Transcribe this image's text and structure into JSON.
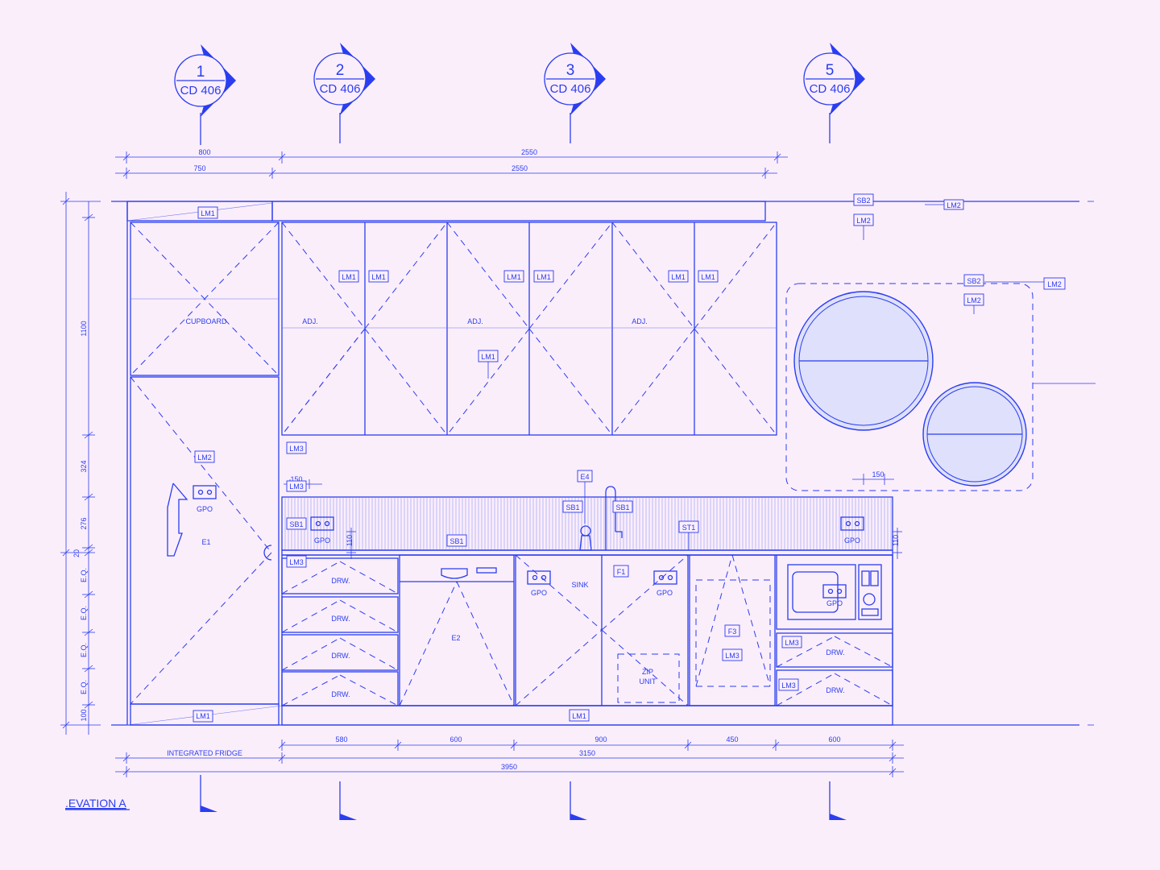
{
  "colors": {
    "line": "#2a3ef0",
    "background": "#fbeefb"
  },
  "section_markers": [
    {
      "num": "1",
      "ref": "CD 406"
    },
    {
      "num": "2",
      "ref": "CD 406"
    },
    {
      "num": "3",
      "ref": "CD 406"
    },
    {
      "num": "5",
      "ref": "CD 406"
    }
  ],
  "dimensions_top": {
    "a1": "800",
    "b1": "2550",
    "a2": "750",
    "b2": "2550"
  },
  "dimensions_left": [
    "1100",
    "324",
    "276",
    "20",
    "E.Q.",
    "E.Q.",
    "E.Q.",
    "E.Q.",
    "100"
  ],
  "dimensions_bottom": {
    "row1": [
      "580",
      "600",
      "900",
      "450",
      "600"
    ],
    "fridge": "INTEGRATED FRIDGE",
    "run": "3150",
    "total": "3950"
  },
  "labels": {
    "cupboard": "CUPBOARD",
    "adj": "ADJ.",
    "gpo": "GPO",
    "e1": "E1",
    "e2": "E2",
    "drw": "DRW.",
    "sink": "SINK",
    "zip_unit_1": "ZIP",
    "zip_unit_2": "UNIT",
    "clearance": "150",
    "splash_height": "110"
  },
  "tags": {
    "lm1": "LM1",
    "lm2": "LM2",
    "lm3": "LM3",
    "sb1": "SB1",
    "sb2": "SB2",
    "st1": "ST1",
    "e4": "E4",
    "f1": "F1",
    "f3": "F3"
  },
  "title": ".EVATION A"
}
